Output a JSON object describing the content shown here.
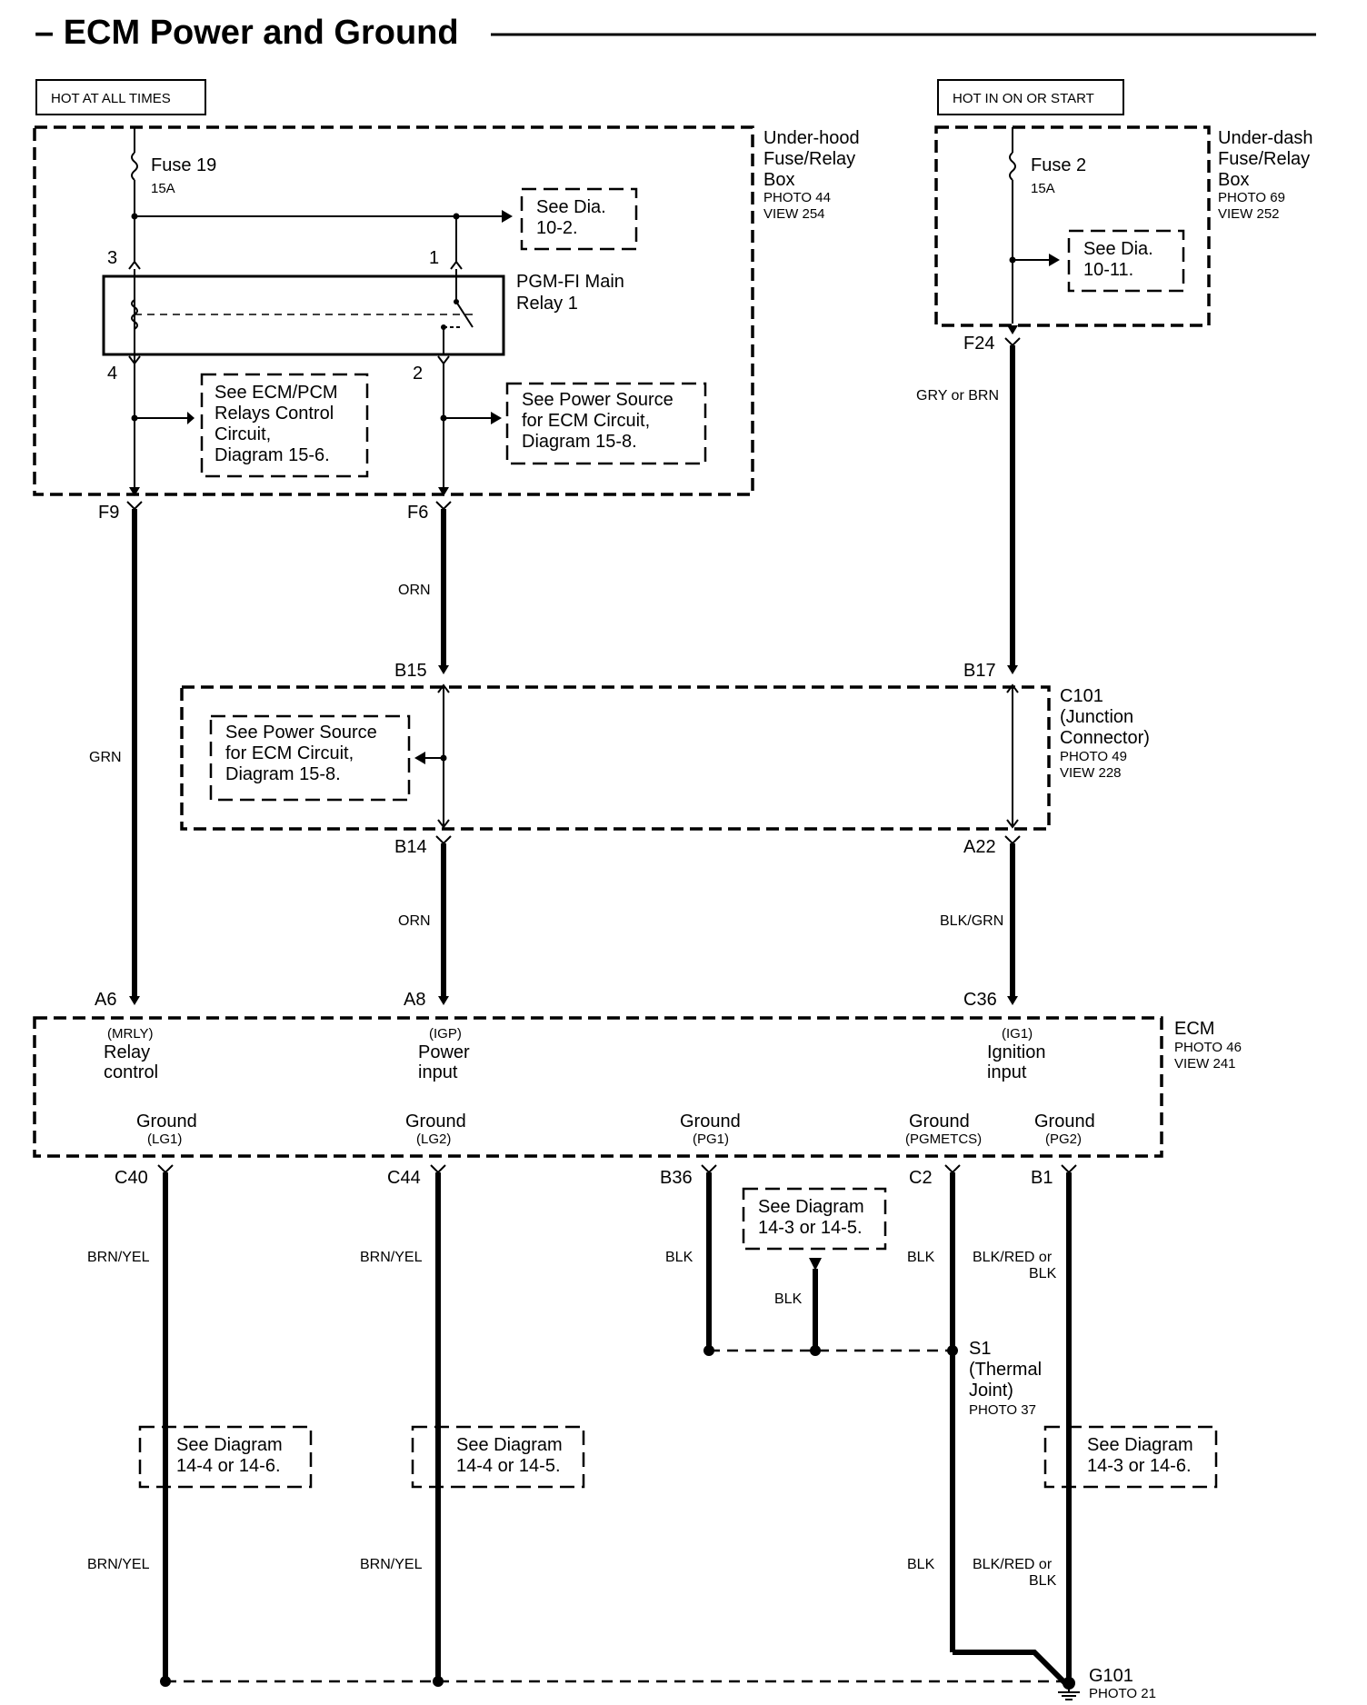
{
  "title": "– ECM Power and Ground",
  "hot_labels": {
    "left": "HOT AT ALL TIMES",
    "right": "HOT IN ON OR START"
  },
  "underhood_box": {
    "name_lines": [
      "Under-hood",
      "Fuse/Relay",
      "Box"
    ],
    "photo": "PHOTO 44",
    "view": "VIEW 254",
    "fuse": "Fuse 19",
    "fuse_rating": "15A",
    "see_ref": [
      "See Dia.",
      "10-2."
    ],
    "relay_lines": [
      "PGM-FI Main",
      "Relay 1"
    ],
    "relay_pins": [
      "3",
      "1",
      "4",
      "2"
    ],
    "ref_relays": [
      "See ECM/PCM",
      "Relays Control",
      "Circuit,",
      "Diagram 15-6."
    ],
    "ref_power": [
      "See Power Source",
      "for ECM Circuit,",
      "Diagram 15-8."
    ]
  },
  "underdash_box": {
    "name_lines": [
      "Under-dash",
      "Fuse/Relay",
      "Box"
    ],
    "photo": "PHOTO 69",
    "view": "VIEW 252",
    "fuse": "Fuse 2",
    "fuse_rating": "15A",
    "see_ref": [
      "See Dia.",
      "10-11."
    ]
  },
  "connectors": {
    "f9": "F9",
    "f6": "F6",
    "f24": "F24",
    "b15": "B15",
    "b17": "B17",
    "b14": "B14",
    "a22": "A22",
    "a6": "A6",
    "a8": "A8",
    "c36": "C36",
    "c40": "C40",
    "c44": "C44",
    "b36": "B36",
    "c2": "C2",
    "b1": "B1"
  },
  "wire_colors": {
    "grn": "GRN",
    "orn_upper": "ORN",
    "gry_brn": "GRY or BRN",
    "orn_lower": "ORN",
    "blk_grn": "BLK/GRN",
    "brn_yel_1": "BRN/YEL",
    "brn_yel_2": "BRN/YEL",
    "blk_b36": "BLK",
    "blk_mid": "BLK",
    "blk_c2": "BLK",
    "blk_red_b1": [
      "BLK/RED or",
      "BLK"
    ],
    "brn_yel_3": "BRN/YEL",
    "brn_yel_4": "BRN/YEL",
    "blk_lower": "BLK",
    "blk_red_lower": [
      "BLK/RED or",
      "BLK"
    ]
  },
  "junction": {
    "name_lines": [
      "C101",
      "(Junction",
      "Connector)"
    ],
    "photo": "PHOTO 49",
    "view": "VIEW 228",
    "ref": [
      "See Power Source",
      "for ECM Circuit,",
      "Diagram 15-8."
    ]
  },
  "ecm": {
    "name": "ECM",
    "photo": "PHOTO 46",
    "view": "VIEW 241",
    "inputs": [
      {
        "code": "(MRLY)",
        "line1": "Relay",
        "line2": "control"
      },
      {
        "code": "(IGP)",
        "line1": "Power",
        "line2": "input"
      },
      {
        "code": "(IG1)",
        "line1": "Ignition",
        "line2": "input"
      }
    ],
    "grounds": [
      {
        "label": "Ground",
        "code": "(LG1)"
      },
      {
        "label": "Ground",
        "code": "(LG2)"
      },
      {
        "label": "Ground",
        "code": "(PG1)"
      },
      {
        "label": "Ground",
        "code": "(PGMETCS)"
      },
      {
        "label": "Ground",
        "code": "(PG2)"
      }
    ]
  },
  "refs_lower": {
    "mid_top": [
      "See Diagram",
      "14-3 or 14-5."
    ],
    "left": [
      "See Diagram",
      "14-4 or 14-6."
    ],
    "center": [
      "See Diagram",
      "14-4 or 14-5."
    ],
    "right": [
      "See Diagram",
      "14-3 or 14-6."
    ]
  },
  "splice": {
    "name": "S1",
    "lines": [
      "(Thermal",
      "Joint)"
    ],
    "photo": "PHOTO 37"
  },
  "ground_point": {
    "name": "G101",
    "photo": "PHOTO 21"
  }
}
